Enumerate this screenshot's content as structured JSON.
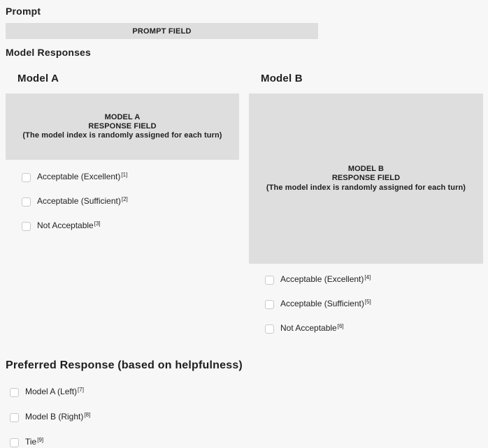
{
  "colors": {
    "page_bg": "#f7f7f8",
    "field_bg": "#dedede",
    "heading_text": "#1e1e1e",
    "label_text": "#222222",
    "checkbox_bg": "#ffffff",
    "checkbox_border": "#c9c9c9"
  },
  "prompt_section": {
    "title": "Prompt",
    "field_label": "PROMPT FIELD"
  },
  "responses_section": {
    "title": "Model Responses",
    "model_a": {
      "title": "Model A",
      "field_lines": [
        "MODEL A",
        "RESPONSE FIELD",
        "(The model index is randomly assigned for each turn)"
      ],
      "options": [
        {
          "label": "Acceptable (Excellent)",
          "sup": "[1]"
        },
        {
          "label": "Acceptable (Sufficient)",
          "sup": "[2]"
        },
        {
          "label": "Not Acceptable",
          "sup": "[3]"
        }
      ]
    },
    "model_b": {
      "title": "Model B",
      "field_lines": [
        "MODEL B",
        "RESPONSE FIELD",
        "(The model index is randomly assigned for each turn)"
      ],
      "options": [
        {
          "label": "Acceptable (Excellent)",
          "sup": "[4]"
        },
        {
          "label": "Acceptable (Sufficient)",
          "sup": "[5]"
        },
        {
          "label": "Not Acceptable",
          "sup": "[6]"
        }
      ]
    }
  },
  "preferred_section": {
    "title": "Preferred Response (based on helpfulness)",
    "options": [
      {
        "label": "Model A (Left)",
        "sup": "[7]"
      },
      {
        "label": "Model B (Right)",
        "sup": "[8]"
      },
      {
        "label": "Tie",
        "sup": "[9]"
      }
    ]
  }
}
